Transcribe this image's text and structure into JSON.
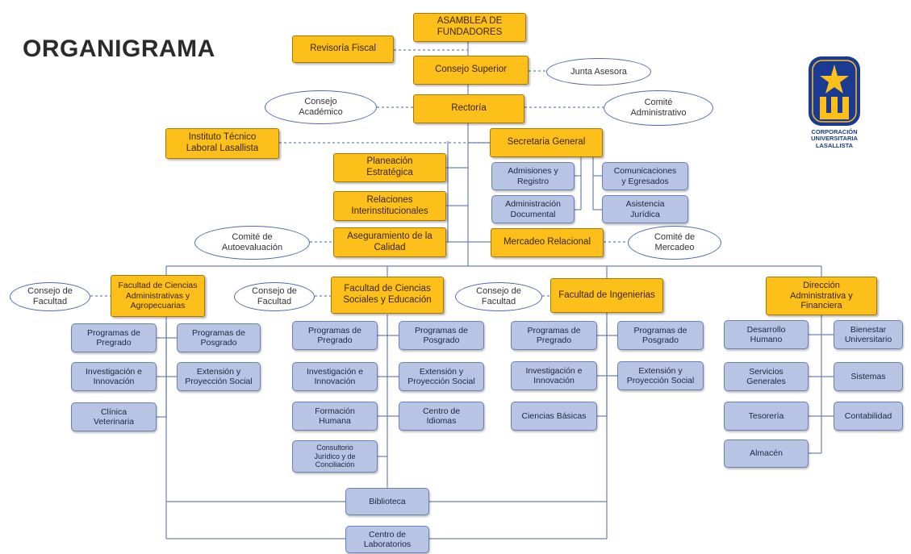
{
  "title": "ORGANIGRAMA",
  "logo": {
    "line1": "CORPORACIÓN",
    "line2": "UNIVERSITARIA",
    "line3": "LASALLISTA",
    "colors": {
      "navy": "#1a3b91",
      "gold": "#fdbf1a"
    }
  },
  "colors": {
    "orange_box": "#fdbf1a",
    "blue_box": "#b7c4e3",
    "oval_border": "#4f6aa8",
    "line": "#6c80b5"
  },
  "nodes": {
    "asamblea": "ASAMBLEA DE\nFUNDADORES",
    "revisoria": "Revisoría Fiscal",
    "consejo_superior": "Consejo Superior",
    "junta_asesora": "Junta Asesora",
    "consejo_academico": "Consejo\nAcadémico",
    "rectoria": "Rectoría",
    "comite_administrativo": "Comité\nAdministrativo",
    "instituto_tecnico": "Instituto Técnico\nLaboral Lasallista",
    "secretaria_general": "Secretaria General",
    "planeacion": "Planeación\nEstratégica",
    "admisiones": "Admisiones y\nRegistro",
    "comunicaciones": "Comunicaciones\ny Egresados",
    "relaciones": "Relaciones\nInterinstitucionales",
    "admin_documental": "Administración\nDocumental",
    "asistencia_juridica": "Asistencia\nJurídica",
    "comite_autoevaluacion": "Comité de\nAutoevaluación",
    "aseguramiento": "Aseguramiento de la\nCalidad",
    "mercadeo_relacional": "Mercadeo Relacional",
    "comite_mercadeo": "Comité de\nMercadeo",
    "consejo_facultad_1": "Consejo de\nFacultad",
    "fac_agro": "Facultad de Ciencias\nAdministrativas y\nAgropecuarias",
    "consejo_facultad_2": "Consejo de\nFacultad",
    "fac_sociales": "Facultad de Ciencias\nSociales y Educación",
    "consejo_facultad_3": "Consejo de\nFacultad",
    "fac_ingenierias": "Facultad de Ingenierias",
    "direccion_admin": "Dirección\nAdministrativa y\nFinanciera",
    "agro_pregrado": "Programas de\nPregrado",
    "agro_posgrado": "Programas de\nPosgrado",
    "agro_investigacion": "Investigación e\nInnovación",
    "agro_extension": "Extensión y\nProyección Social",
    "agro_clinica": "Clínica\nVeterinaria",
    "soc_pregrado": "Programas de\nPregrado",
    "soc_posgrado": "Programas de\nPosgrado",
    "soc_investigacion": "Investigación e\nInnovación",
    "soc_extension": "Extensión y\nProyección Social",
    "soc_formacion": "Formación\nHumana",
    "soc_idiomas": "Centro de\nIdiomas",
    "soc_consultorio": "Consultorio\nJurídico y de\nConciliación",
    "ing_pregrado": "Programas de\nPregrado",
    "ing_posgrado": "Programas de\nPosgrado",
    "ing_investigacion": "Investigación e\nInnovación",
    "ing_extension": "Extensión y\nProyección Social",
    "ing_basicas": "Ciencias Básicas",
    "fin_desarrollo": "Desarrollo\nHumano",
    "fin_bienestar": "Bienestar\nUniversitario",
    "fin_servicios": "Servicios\nGenerales",
    "fin_sistemas": "Sistemas",
    "fin_tesoreria": "Tesorería",
    "fin_contabilidad": "Contabilidad",
    "fin_almacen": "Almacén",
    "biblioteca": "Biblioteca",
    "centro_laboratorios": "Centro de\nLaboratorios"
  }
}
